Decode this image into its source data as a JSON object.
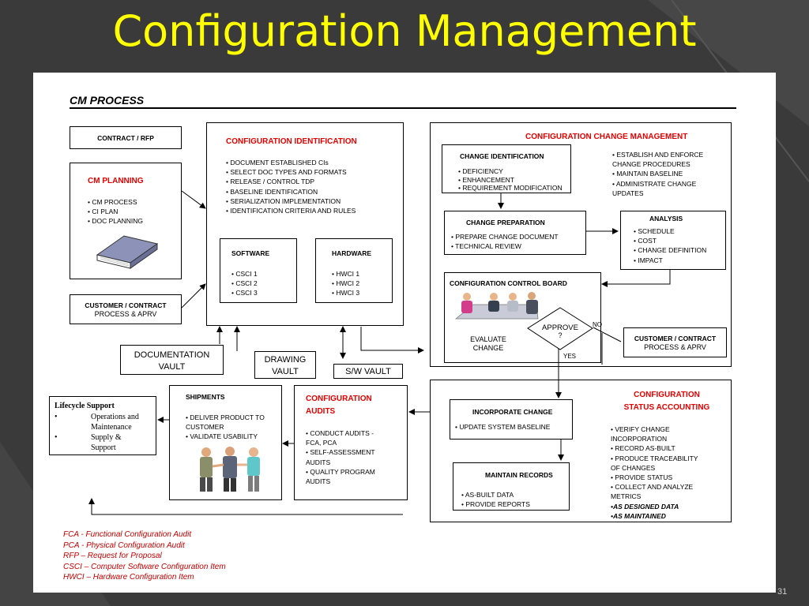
{
  "title": "Configuration Management",
  "page_number": "31",
  "header": "CM PROCESS",
  "contract_rfp": "CONTRACT /  RFP",
  "cm_planning": {
    "title": "CM PLANNING",
    "items": [
      "•  CM PROCESS",
      "•  CI PLAN",
      "•  DOC PLANNING"
    ]
  },
  "customer_contract_left": {
    "line1": "CUSTOMER / CONTRACT",
    "line2": "PROCESS & APRV"
  },
  "documentation_vault": {
    "line1": "DOCUMENTATION",
    "line2": "VAULT"
  },
  "drawing_vault": {
    "line1": "DRAWING",
    "line2": "VAULT"
  },
  "sw_vault": "S/W VAULT",
  "config_identification": {
    "title": "CONFIGURATION IDENTIFICATION",
    "items": [
      "• DOCUMENT ESTABLISHED CIs",
      "• SELECT DOC TYPES AND FORMATS",
      "• RELEASE / CONTROL TDP",
      "• BASELINE IDENTIFICATION",
      "• SERIALIZATION  IMPLEMENTATION",
      "• IDENTIFICATION CRITERIA AND RULES"
    ]
  },
  "software": {
    "title": "SOFTWARE",
    "items": [
      "• CSCI 1",
      "• CSCI 2",
      "• CSCI 3"
    ]
  },
  "hardware": {
    "title": "HARDWARE",
    "items": [
      "• HWCI 1",
      "• HWCI 2",
      "• HWCI 3"
    ]
  },
  "ccm": {
    "title": "CONFIGURATION CHANGE MANAGEMENT",
    "items": [
      "• ESTABLISH AND ENFORCE",
      "   CHANGE PROCEDURES",
      "• MAINTAIN BASELINE",
      "• ADMINISTRATE CHANGE",
      "   UPDATES"
    ]
  },
  "change_identification": {
    "title": "CHANGE IDENTIFICATION",
    "items": [
      "• DEFICIENCY",
      "• ENHANCEMENT",
      "• REQUIREMENT MODIFICATION"
    ]
  },
  "change_preparation": {
    "title": "CHANGE PREPARATION",
    "items": [
      "• PREPARE CHANGE  DOCUMENT",
      "• TECHNICAL REVIEW"
    ]
  },
  "analysis": {
    "title": "ANALYSIS",
    "items": [
      "• SCHEDULE",
      "• COST",
      "• CHANGE DEFINITION",
      "• IMPACT"
    ]
  },
  "ccb": "CONFIGURATION CONTROL BOARD",
  "evaluate_change": {
    "line1": "EVALUATE",
    "line2": "CHANGE"
  },
  "approve": {
    "line1": "APPROVE",
    "line2": "?"
  },
  "no_label": "NO",
  "yes_label": "YES",
  "customer_contract_right": {
    "line1": "CUSTOMER / CONTRACT",
    "line2": "PROCESS & APRV"
  },
  "lifecycle": {
    "title": "Lifecycle Support",
    "items": [
      {
        "bullet": "•",
        "line1": "Operations and",
        "line2": "Maintenance"
      },
      {
        "bullet": "•",
        "line1": "Supply &",
        "line2": "Support"
      }
    ]
  },
  "shipments": {
    "title": "SHIPMENTS",
    "items": [
      "• DELIVER PRODUCT TO",
      "   CUSTOMER",
      "• VALIDATE USABILITY"
    ]
  },
  "config_audits": {
    "title1": "CONFIGURATION",
    "title2": "AUDITS",
    "items": [
      "• CONDUCT AUDITS -",
      "FCA, PCA",
      "• SELF-ASSESSMENT",
      "   AUDITS",
      "• QUALITY PROGRAM",
      "   AUDITS"
    ]
  },
  "incorporate_change": {
    "title": "INCORPORATE CHANGE",
    "items": [
      "• UPDATE SYSTEM  BASELINE"
    ]
  },
  "maintain_records": {
    "title": "MAINTAIN RECORDS",
    "items": [
      "• AS-BUILT  DATA",
      "• PROVIDE REPORTS"
    ]
  },
  "csa": {
    "title1": "CONFIGURATION",
    "title2": "STATUS ACCOUNTING",
    "items": [
      "• VERIFY CHANGE",
      "INCORPORATION",
      "• RECORD AS-BUILT",
      "• PRODUCE TRACEABILITY",
      "   OF CHANGES",
      "• PROVIDE STATUS",
      "• COLLECT AND ANALYZE",
      "   METRICS"
    ],
    "items_bold": [
      "•AS DESIGNED DATA",
      "•AS MAINTAINED"
    ]
  },
  "legend": [
    "FCA - Functional Configuration Audit",
    "PCA - Physical Configuration Audit",
    "RFP – Request for Proposal",
    "CSCI – Computer Software Configuration Item",
    "HWCI – Hardware Configuration Item"
  ],
  "colors": {
    "title": "#ffff00",
    "accent_red": "#e00000",
    "legend": "#c00000",
    "background": "#3a3a3a"
  }
}
